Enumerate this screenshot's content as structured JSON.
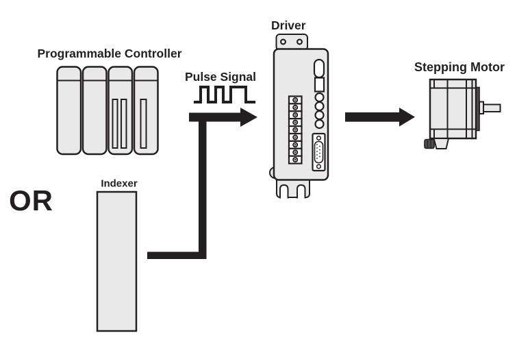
{
  "colors": {
    "line": "#231f20",
    "shape_fill": "#e9e9e9",
    "component_fill": "#ffffff",
    "dark_accent": "#4d4d4f",
    "background": "#ffffff"
  },
  "labels": {
    "programmable_controller": "Programmable Controller",
    "pulse_signal": "Pulse Signal",
    "driver": "Driver",
    "stepping_motor": "Stepping Motor",
    "or": "OR",
    "indexer": "Indexer"
  }
}
